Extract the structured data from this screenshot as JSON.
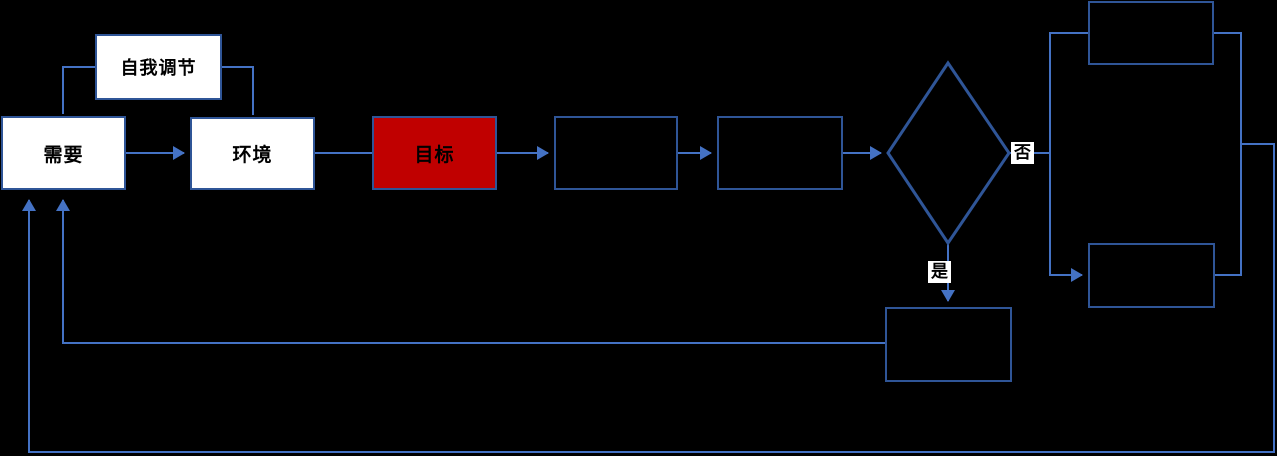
{
  "diagram": {
    "title": "",
    "colors": {
      "background": "#000000",
      "box_border": "#2F5597",
      "connector": "#4472C4",
      "box_fill_white": "#FFFFFF",
      "goal_fill": "#C00000",
      "label_bg": "#FFFFFF",
      "text": "#000000"
    },
    "nodes": {
      "self_regulation": {
        "label": "自我调节",
        "shape": "rect",
        "fill": "white"
      },
      "need": {
        "label": "需要",
        "shape": "rect",
        "fill": "white"
      },
      "environment": {
        "label": "环境",
        "shape": "rect",
        "fill": "white"
      },
      "goal": {
        "label": "目标",
        "shape": "rect",
        "fill": "red"
      },
      "process_1": {
        "label": "",
        "shape": "rect",
        "fill": "none"
      },
      "process_2": {
        "label": "",
        "shape": "rect",
        "fill": "none"
      },
      "decision": {
        "label": "",
        "shape": "diamond",
        "fill": "none"
      },
      "no_branch_top": {
        "label": "",
        "shape": "rect",
        "fill": "none"
      },
      "no_branch_bottom": {
        "label": "",
        "shape": "rect",
        "fill": "none"
      },
      "yes_result": {
        "label": "",
        "shape": "rect",
        "fill": "none"
      }
    },
    "edge_labels": {
      "no": "否",
      "yes": "是"
    }
  }
}
